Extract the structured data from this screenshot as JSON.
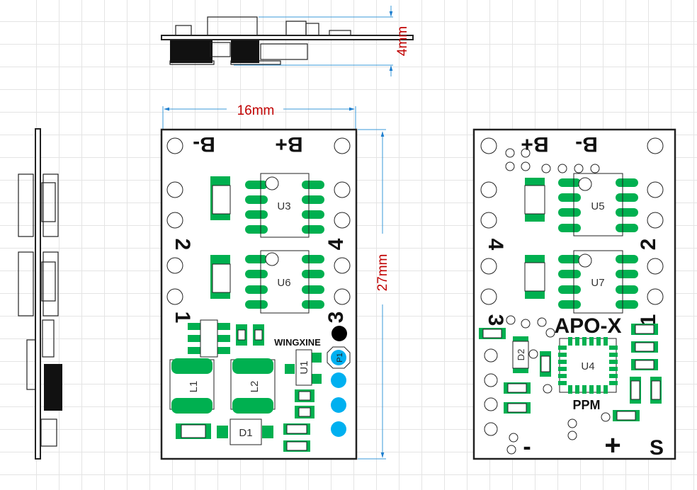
{
  "dimensions": {
    "width": "16mm",
    "height": "27mm",
    "thickness": "4mm"
  },
  "front_board": {
    "top_labels": [
      "B-",
      "B+"
    ],
    "side_labels": [
      "2",
      "4",
      "1",
      "3"
    ],
    "brand": "WINGXINE",
    "components": [
      "U3",
      "U6",
      "L1",
      "L2",
      "D1",
      "U1",
      "P1"
    ]
  },
  "back_board": {
    "top_labels": [
      "B+",
      "B-"
    ],
    "side_labels": [
      "4",
      "2",
      "3",
      "1"
    ],
    "title": "APO-X",
    "sub": "PPM",
    "components": [
      "U5",
      "U7",
      "U4",
      "D2"
    ],
    "bottom_labels": [
      "-",
      "+",
      "S"
    ]
  },
  "colors": {
    "pad": "#00b050",
    "p1": "#00b0f0",
    "dimension_text": "#c00000",
    "dimension_line": "#3a9ad9"
  }
}
